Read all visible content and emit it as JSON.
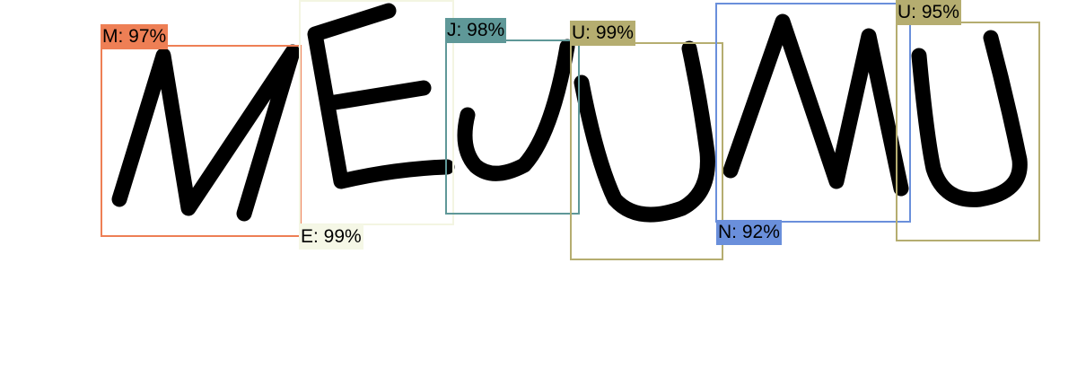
{
  "detections": [
    {
      "text": "M: 97%",
      "char": "M",
      "confidence": 97,
      "color": "#ee7f55"
    },
    {
      "text": "E: 99%",
      "char": "E",
      "confidence": 99,
      "color": "#f5f7e6"
    },
    {
      "text": "J: 98%",
      "char": "J",
      "confidence": 98,
      "color": "#5f9898"
    },
    {
      "text": "U: 99%",
      "char": "U",
      "confidence": 99,
      "color": "#b5ad70"
    },
    {
      "text": "N: 92%",
      "char": "N",
      "confidence": 92,
      "color": "#6a8fdb"
    },
    {
      "text": "U: 95%",
      "char": "U",
      "confidence": 95,
      "color": "#b5ad70"
    }
  ],
  "handwritten_text": "MEJUMU"
}
